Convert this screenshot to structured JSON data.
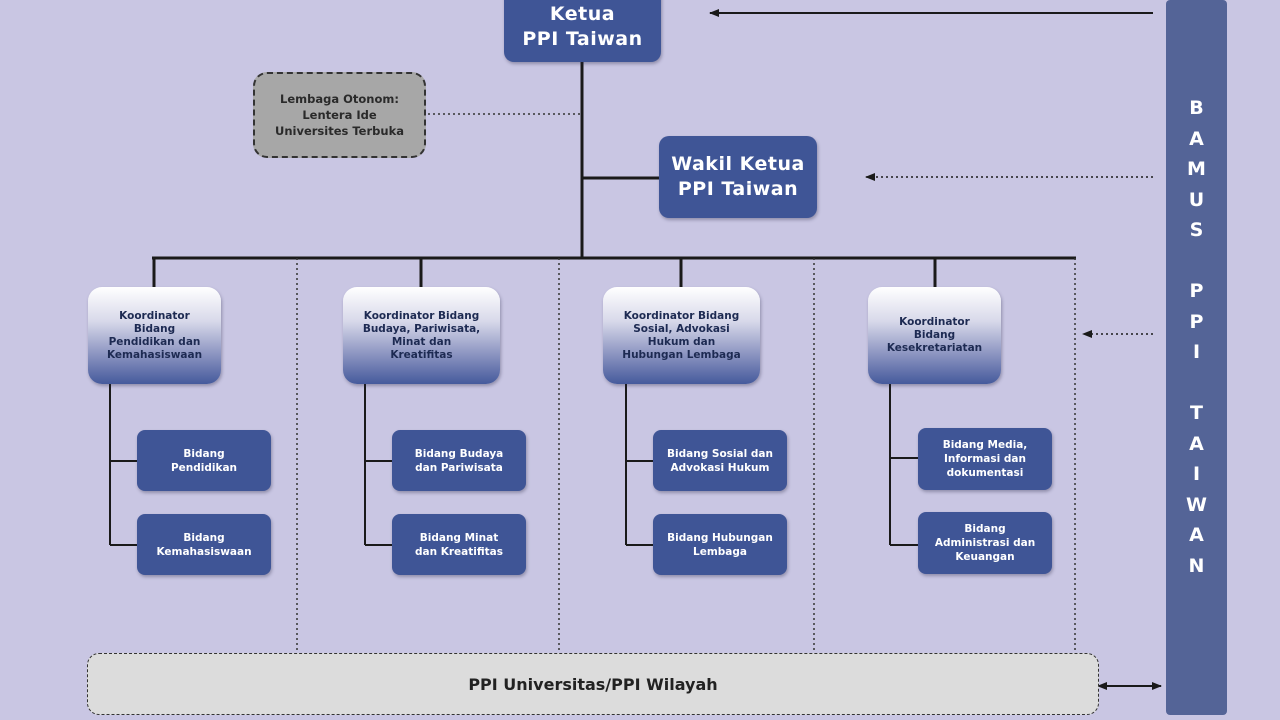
{
  "ketua": [
    "Ketua",
    "PPI Taiwan"
  ],
  "wakil": [
    "Wakil Ketua",
    "PPI Taiwan"
  ],
  "lembaga_otonom": [
    "Lembaga Otonom:",
    "Lentera Ide",
    "Universites Terbuka"
  ],
  "bamus": [
    "B",
    "A",
    "M",
    "U",
    "S",
    "",
    "P",
    "P",
    "I",
    "",
    "T",
    "A",
    "I",
    "W",
    "A",
    "N"
  ],
  "koordinator": [
    {
      "title": [
        "Koordinator",
        "Bidang",
        "Pendidikan dan",
        "Kemahasiswaan"
      ],
      "bidang": [
        [
          "Bidang",
          "Pendidikan"
        ],
        [
          "Bidang",
          "Kemahasiswaan"
        ]
      ]
    },
    {
      "title": [
        "Koordinator Bidang",
        "Budaya, Pariwisata,",
        "Minat dan",
        "Kreatifitas"
      ],
      "bidang": [
        [
          "Bidang Budaya",
          "dan Pariwisata"
        ],
        [
          "Bidang Minat",
          "dan Kreatifitas"
        ]
      ]
    },
    {
      "title": [
        "Koordinator Bidang",
        "Sosial, Advokasi",
        "Hukum dan",
        "Hubungan Lembaga"
      ],
      "bidang": [
        [
          "Bidang Sosial dan",
          "Advokasi Hukum"
        ],
        [
          "Bidang Hubungan",
          "Lembaga"
        ]
      ]
    },
    {
      "title": [
        "Koordinator",
        "Bidang",
        "Kesekretariatan"
      ],
      "bidang": [
        [
          "Bidang Media,",
          "Informasi dan",
          "dokumentasi"
        ],
        [
          "Bidang",
          "Administrasi dan",
          "Keuangan"
        ]
      ]
    }
  ],
  "ppi_universitas": "PPI Universitas/PPI Wilayah",
  "colors": {
    "background": "#c9c6e3",
    "box_dark": "#3f5596",
    "bamus": "#546497",
    "otonom": "#a7a7a7",
    "universitas": "#dcdcdc"
  }
}
